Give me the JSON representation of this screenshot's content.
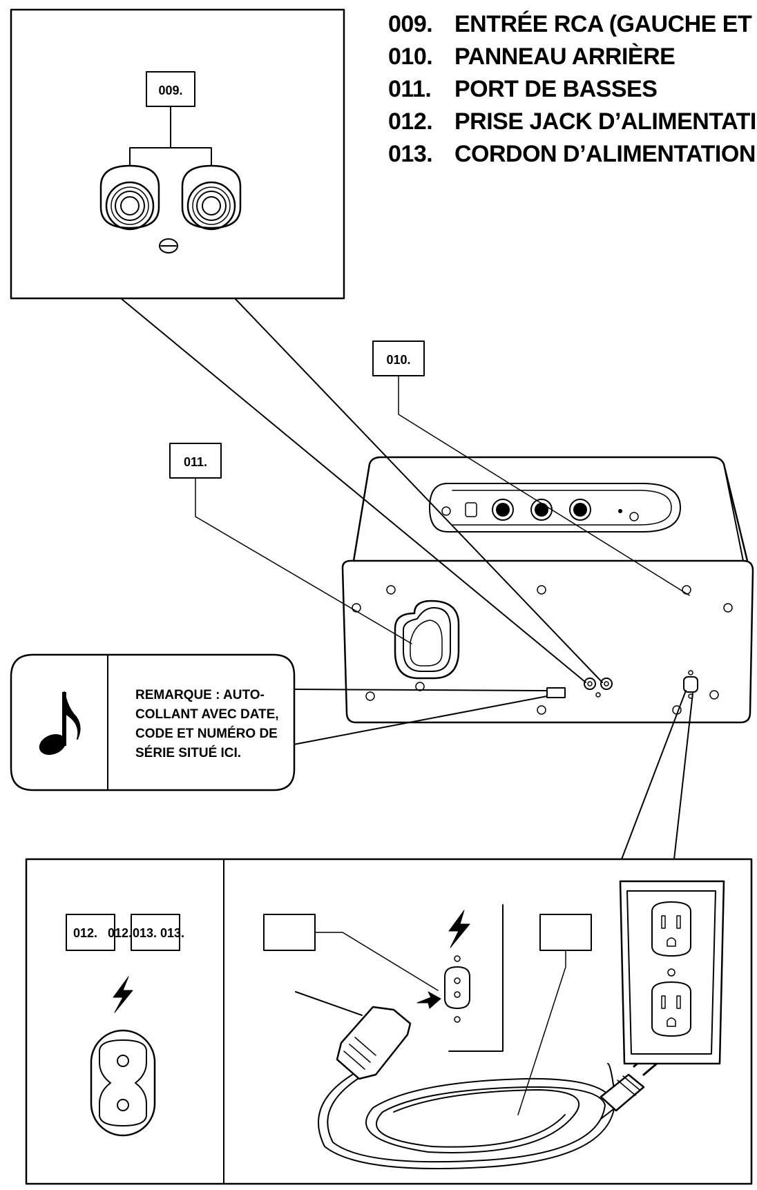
{
  "legend": [
    {
      "num": "009.",
      "label": "ENTRÉE RCA (GAUCHE ET D"
    },
    {
      "num": "010.",
      "label": "PANNEAU ARRIÈRE"
    },
    {
      "num": "011.",
      "label": "PORT DE BASSES"
    },
    {
      "num": "012.",
      "label": "PRISE JACK D’ALIMENTATI"
    },
    {
      "num": "013.",
      "label": "CORDON D’ALIMENTATION"
    }
  ],
  "callouts": {
    "c009": "009.",
    "c010": "010.",
    "c011": "011.",
    "c012": "012.",
    "c012b": "012.",
    "c013": "013.",
    "c013b": "013."
  },
  "note": {
    "icon": "music-note-icon",
    "lines": [
      "REMARQUE : AUTO-",
      "COLLANT AVEC DATE,",
      "CODE ET NUMÉRO DE",
      "SÉRIE SITUÉ ICI."
    ]
  }
}
